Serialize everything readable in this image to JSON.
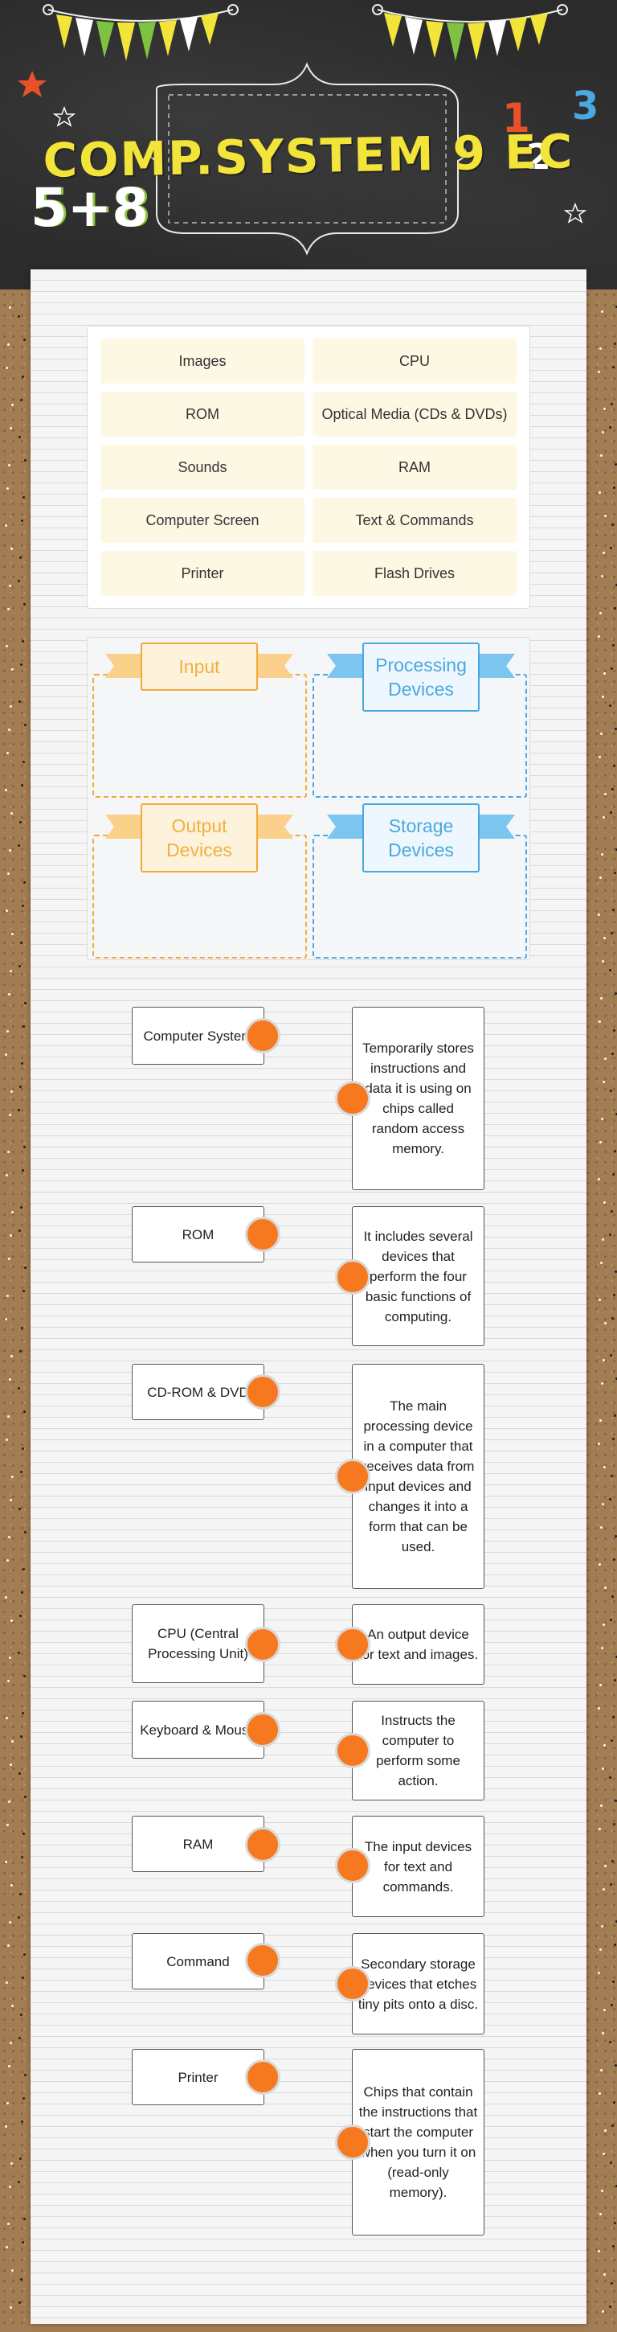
{
  "header": {
    "title": "COMP.SYSTEM 9 EC",
    "deco_left": "5+8",
    "deco_one": "1",
    "deco_two": "2",
    "deco_three": "3"
  },
  "word_bank": [
    "Images",
    "CPU",
    "ROM",
    "Optical Media (CDs & DVDs)",
    "Sounds",
    "RAM",
    "Computer Screen",
    "Text & Commands",
    "Printer",
    "Flash Drives"
  ],
  "categories": [
    {
      "label": "Input",
      "color": "#f4a83a"
    },
    {
      "label": "Processing Devices",
      "color": "#4aa8e0"
    },
    {
      "label": "Output Devices",
      "color": "#f4a83a"
    },
    {
      "label": "Storage Devices",
      "color": "#4aa8e0"
    }
  ],
  "match_terms": [
    "Computer System",
    "ROM",
    "CD-ROM & DVD",
    "CPU (Central Processing Unit)",
    "Keyboard & Mouse",
    "RAM",
    "Command",
    "Printer"
  ],
  "match_definitions": [
    "Temporarily stores instructions and data it is using on chips called random access memory.",
    "It includes several devices that perform the four basic functions of computing.",
    "The main processing device in a computer that receives data from input devices and changes it into a form that can be used.",
    "An output device for text and images.",
    "Instructs the computer to perform some action.",
    "The input devices for text and commands.",
    "Secondary storage devices that etches tiny pits onto a disc.",
    "Chips that contain the instructions that start the computer when you turn it on (read-only memory)."
  ],
  "colors": {
    "accent_orange": "#f6791f",
    "ribbon_orange": "#f4a83a",
    "ribbon_blue": "#4aa8e0",
    "title_yellow": "#f3e43a",
    "chip_bg": "#fdf8e4"
  }
}
